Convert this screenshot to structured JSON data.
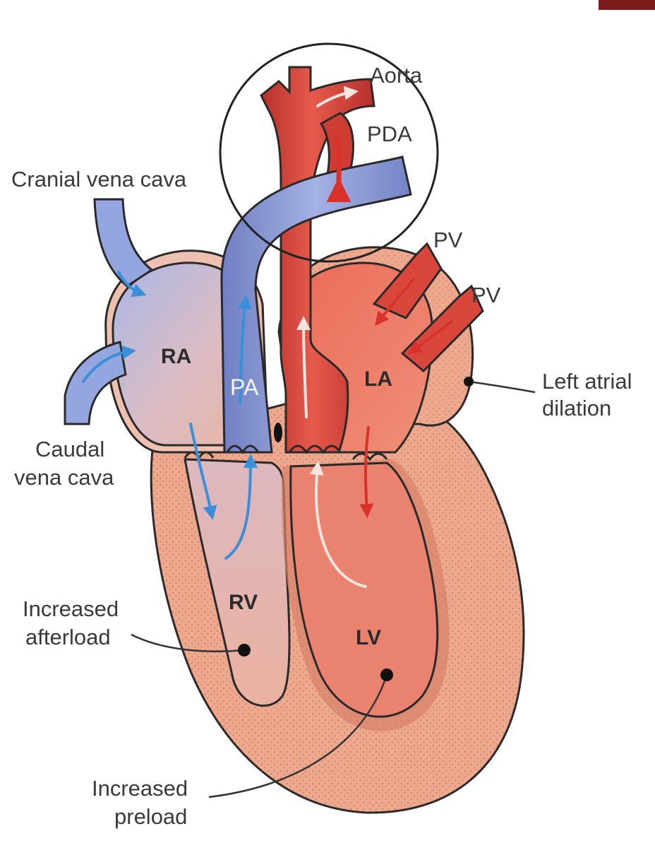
{
  "labels": {
    "aorta": "Aorta",
    "pda": "PDA",
    "cranial_vena_cava": "Cranial vena cava",
    "pv_upper": "PV",
    "pv_lower": "PV",
    "ra": "RA",
    "pa": "PA",
    "la": "LA",
    "left_atrial_dilation": [
      "Left atrial",
      "dilation"
    ],
    "caudal_vena_cava": [
      "Caudal",
      "vena cava"
    ],
    "rv": "RV",
    "lv": "LV",
    "increased_afterload": [
      "Increased",
      "afterload"
    ],
    "increased_preload": [
      "Increased",
      "preload"
    ]
  },
  "colors": {
    "oxygenated": "#d9473c",
    "deoxygenated": "#8f9fd6",
    "myocardium": "#eea88d",
    "left_chamber": "#e9836f",
    "right_chamber": "#e8b6a8",
    "ra_fill": "#dcc0c8",
    "corner_accent": "#7a1d1d",
    "flow_arrow_blue": "#3b8fd9",
    "flow_arrow_red": "#d8332b"
  }
}
